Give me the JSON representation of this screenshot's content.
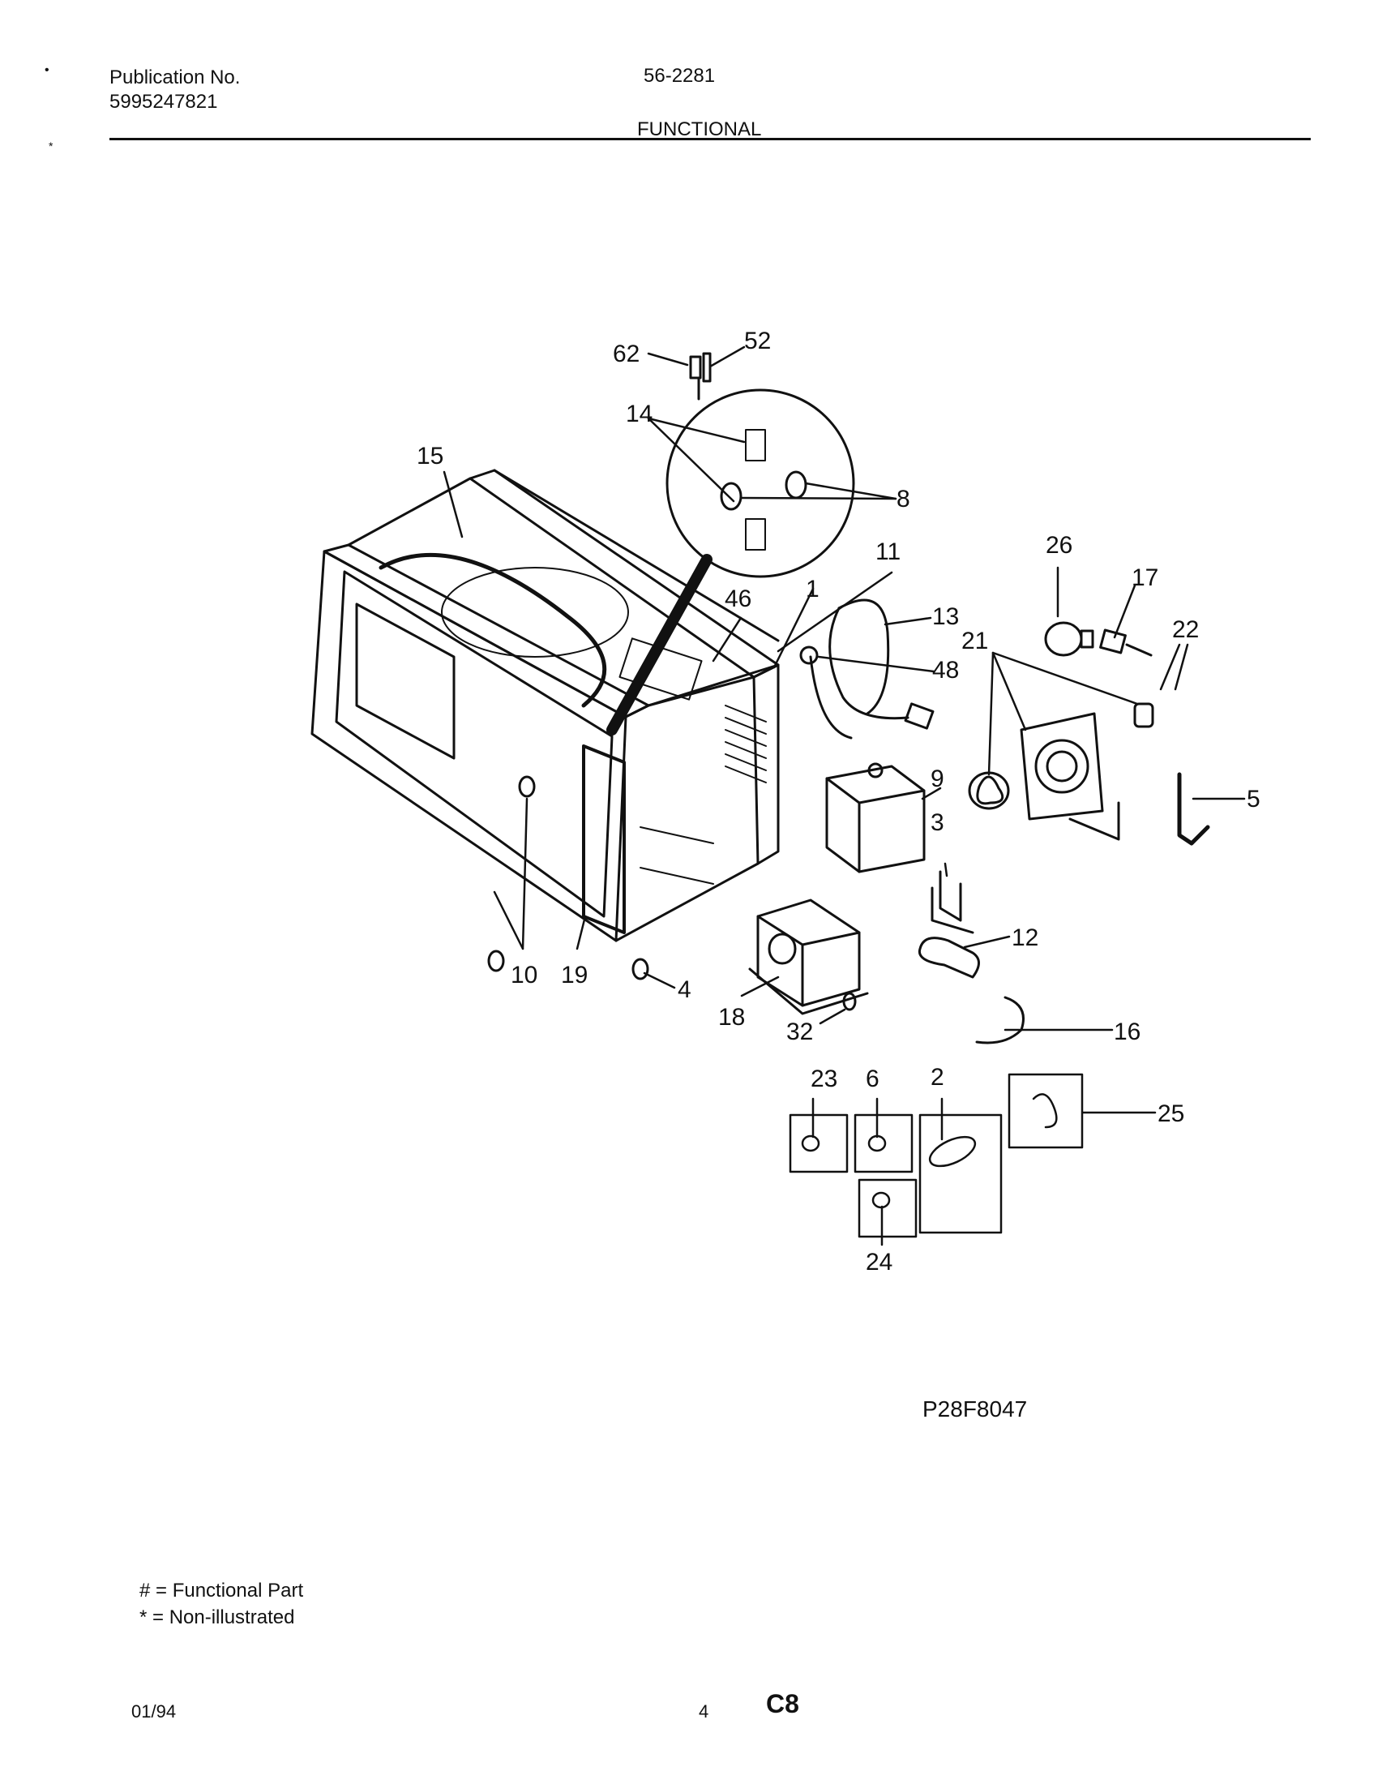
{
  "header": {
    "publication_label": "Publication No.",
    "publication_number": "5995247821",
    "model": "56-2281",
    "section": "FUNCTIONAL",
    "bullet_top": "•",
    "bullet_mark": "*"
  },
  "diagram": {
    "callouts": [
      "62",
      "52",
      "14",
      "15",
      "8",
      "11",
      "1",
      "46",
      "13",
      "48",
      "26",
      "17",
      "21",
      "22",
      "9",
      "5",
      "3",
      "12",
      "10",
      "19",
      "4",
      "18",
      "32",
      "16",
      "23",
      "6",
      "2",
      "25",
      "24"
    ],
    "figure_code": "P28F8047"
  },
  "legend": {
    "functional": "# = Functional Part",
    "non_illustrated": "* = Non-illustrated"
  },
  "footer": {
    "date": "01/94",
    "page": "4",
    "code": "C8"
  }
}
